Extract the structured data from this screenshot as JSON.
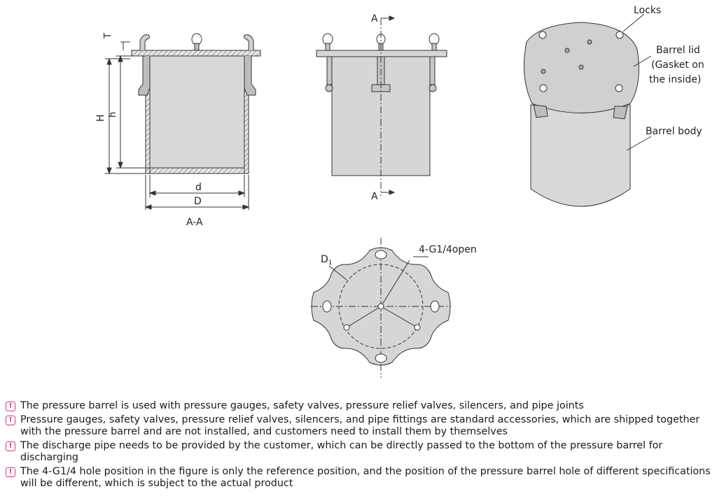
{
  "views": {
    "section": {
      "dim_T": "T",
      "dim_H": "H",
      "dim_h": "h",
      "dim_d": "d",
      "dim_D": "D",
      "section_label": "A-A"
    },
    "front": {
      "cut_top": "A",
      "cut_bottom": "A"
    },
    "iso": {
      "callout_locks": "Locks",
      "callout_lid_1": "Barrel lid",
      "callout_lid_2": "(Gasket on",
      "callout_lid_3": "the inside)",
      "callout_body": "Barrel body"
    },
    "top": {
      "dim_D1": "D",
      "dim_D1_sub": "1",
      "hole_spec": "4-G1/4open"
    }
  },
  "colors": {
    "fill": "#d6d6d6",
    "stroke": "#333333",
    "accent": "#d6337e"
  },
  "notes": [
    {
      "icon": "alert-icon",
      "text": "The pressure barrel is used with pressure gauges, safety valves, pressure relief valves, silencers, and pipe joints"
    },
    {
      "icon": "alert-icon",
      "text": "Pressure gauges, safety valves, pressure relief valves, silencers, and pipe fittings are standard accessories, which are shipped together with the pressure barrel and are not installed, and customers need to install them by themselves"
    },
    {
      "icon": "alert-icon",
      "text": "The discharge pipe needs to be provided by the customer, which can be directly passed to the bottom of the pressure barrel for discharging"
    },
    {
      "icon": "alert-icon",
      "text": "The 4-G1/4 hole position in the figure is only the reference position, and the position of the pressure barrel hole of different specifications will be different, which is subject to the actual product"
    }
  ]
}
